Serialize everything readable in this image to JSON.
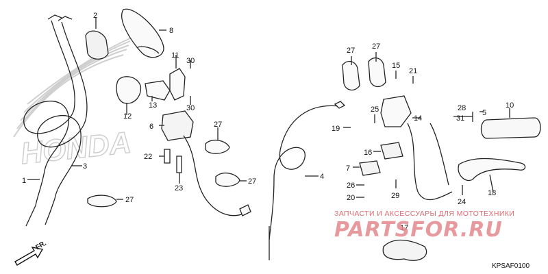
{
  "watermark": {
    "line1": "ЗАПЧАСТИ И АКСЕССУАРЫ ДЛЯ МОТОТЕХНИКИ",
    "line2": "PARTSFOR.RU"
  },
  "background_logo": "HONDA",
  "diagram_code": "KPSAF0100",
  "direction_label": "FR.",
  "callouts": [
    "1",
    "2",
    "3",
    "4",
    "5",
    "6",
    "7",
    "8",
    "10",
    "11",
    "12",
    "13",
    "14",
    "15",
    "16",
    "17",
    "18",
    "19",
    "20",
    "21",
    "22",
    "23",
    "24",
    "25",
    "26",
    "27",
    "27",
    "27",
    "27",
    "27",
    "28",
    "29",
    "30",
    "30",
    "31"
  ],
  "colors": {
    "line": "#222222",
    "watermark": "#e06a6f",
    "logo": "#c8c8c8"
  }
}
